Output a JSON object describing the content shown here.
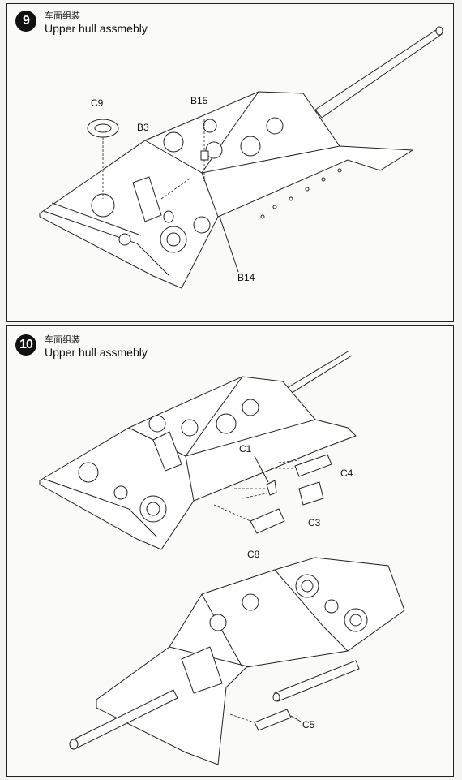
{
  "steps": [
    {
      "number": "9",
      "title_cn": "车面组装",
      "title_en": "Upper hull assmebly",
      "parts": [
        "C9",
        "B3",
        "B15",
        "B14"
      ]
    },
    {
      "number": "10",
      "title_cn": "车面组装",
      "title_en": "Upper hull assmebly",
      "parts": [
        "C1",
        "C4",
        "C3",
        "C8",
        "C5"
      ]
    }
  ]
}
